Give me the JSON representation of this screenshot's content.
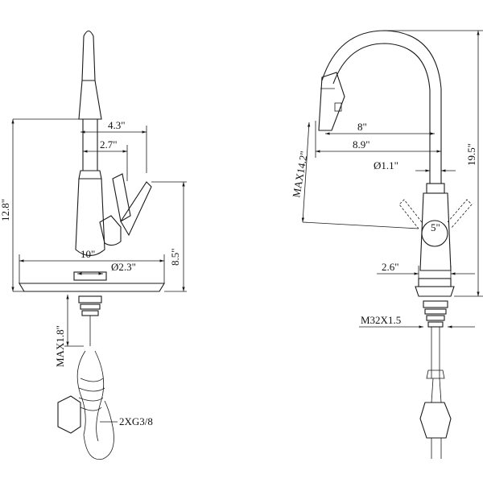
{
  "labels": {
    "h_4_3": "4.3\"",
    "h_2_7": "2.7\"",
    "h_10": "10\"",
    "d_2_3": "Ø2.3\"",
    "v_12_8": "12.8\"",
    "v_8_5": "8.5\"",
    "max_1_8": "MAX1.8\"",
    "hose_2xg": "2XG3/8",
    "h_8": "8\"",
    "h_8_9": "8.9\"",
    "d_1_1": "Ø1.1\"",
    "v_19_5": "19.5\"",
    "max_14_2": "MAX14.2\"",
    "d_5": "5\"",
    "h_2_6": "2.6\"",
    "thread_m32": "M32X1.5"
  }
}
